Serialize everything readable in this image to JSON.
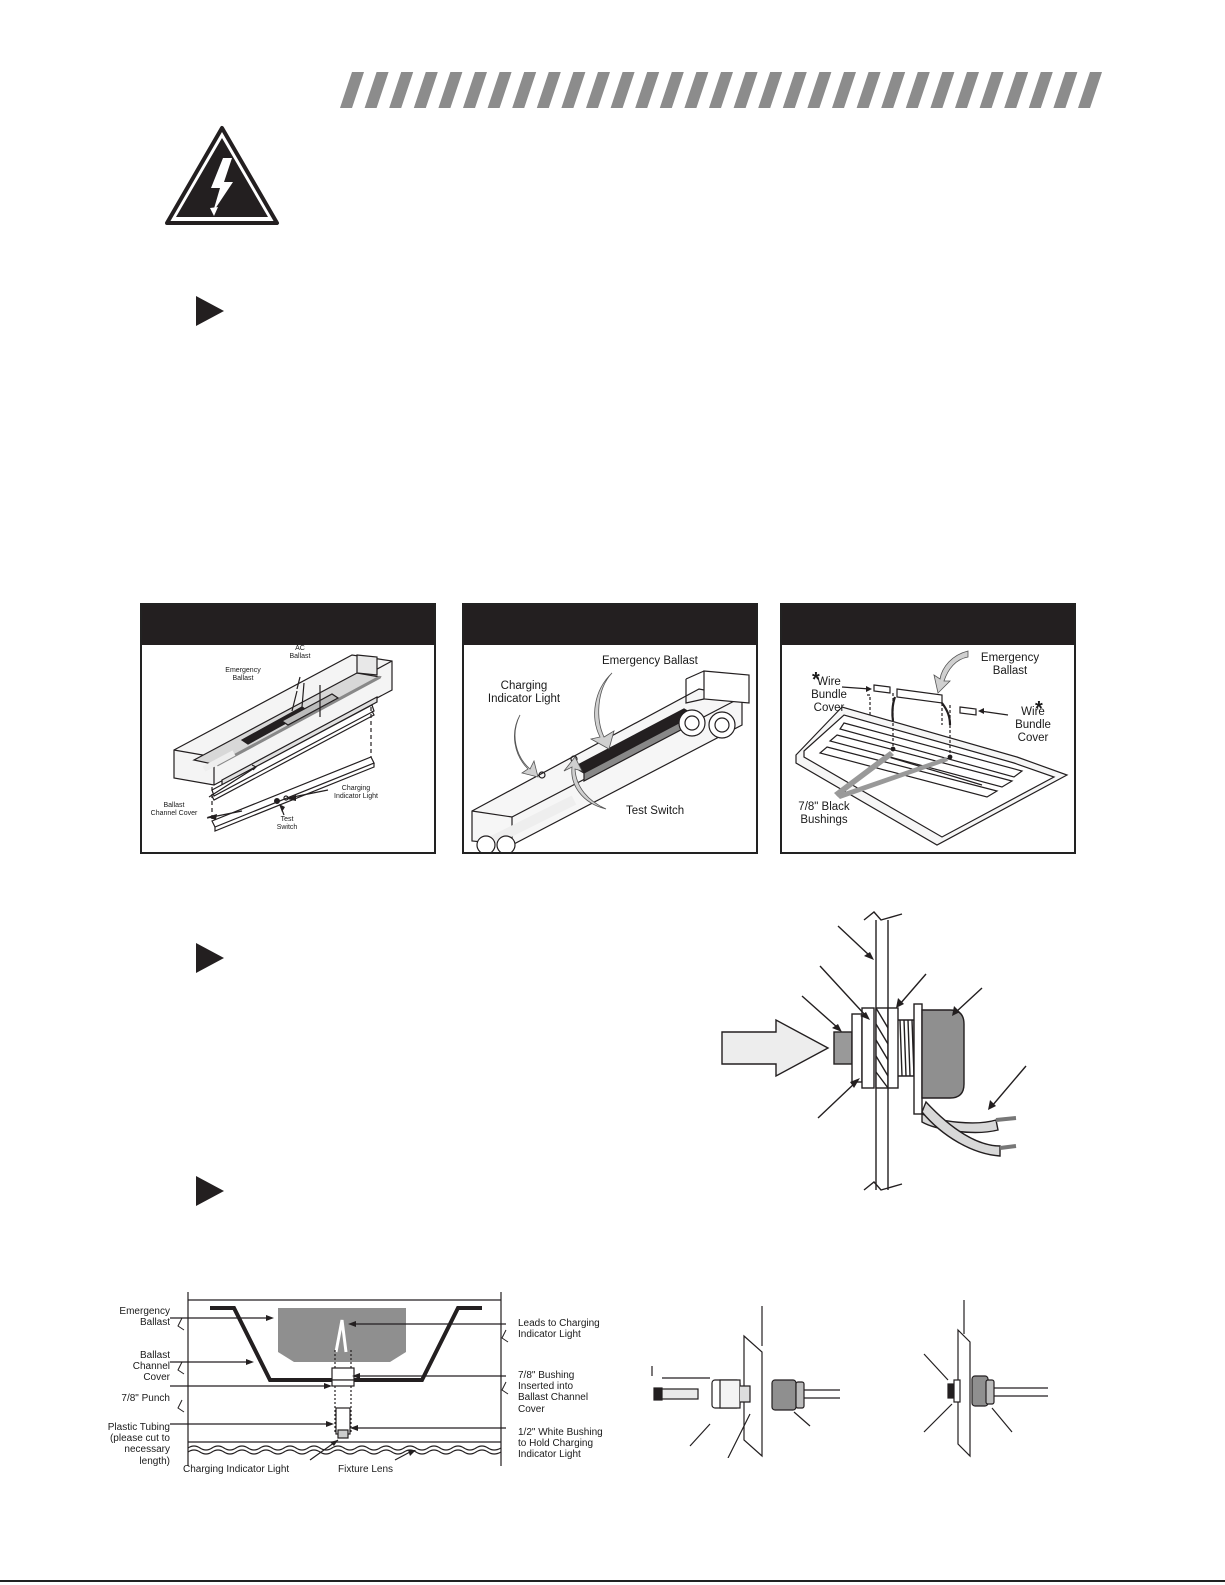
{
  "colors": {
    "ink": "#231f20",
    "stripe": "#8c8c8c",
    "fill_gray": "#8f8f8f",
    "light_gray": "#d8d8d8"
  },
  "icons": {
    "warning": "electrical-hazard-triangle-icon",
    "bullet": "triangle-bullet-icon"
  },
  "panel1": {
    "ac_ballast": "AC\nBallast",
    "emergency_ballast": "Emergency\nBallast",
    "ballast_channel_cover": "Ballast\nChannel Cover",
    "test_switch": "Test\nSwitch",
    "charging_indicator_light": "Charging\nIndicator Light"
  },
  "panel2": {
    "emergency_ballast": "Emergency Ballast",
    "charging_indicator_light": "Charging\nIndicator Light",
    "test_switch": "Test Switch"
  },
  "panel3": {
    "emergency_ballast": "Emergency\nBallast",
    "wire_bundle_cover_left": "Wire\nBundle\nCover",
    "wire_bundle_cover_right": "Wire\nBundle\nCover",
    "asterisk": "*",
    "black_bushings": "7/8\" Black\nBushings"
  },
  "cross_section": {
    "emergency_ballast": "Emergency\nBallast",
    "ballast_channel_cover": "Ballast\nChannel\nCover",
    "punch": "7/8\" Punch",
    "plastic_tubing": "Plastic Tubing\n(please cut to\nnecessary\nlength)",
    "charging_indicator_light": "Charging Indicator Light",
    "fixture_lens": "Fixture Lens",
    "leads": "Leads to Charging\nIndicator Light",
    "bushing_78": "7/8\" Bushing\nInserted into\nBallast Channel\nCover",
    "bushing_12": "1/2\" White Bushing\nto Hold Charging\nIndicator Light"
  }
}
